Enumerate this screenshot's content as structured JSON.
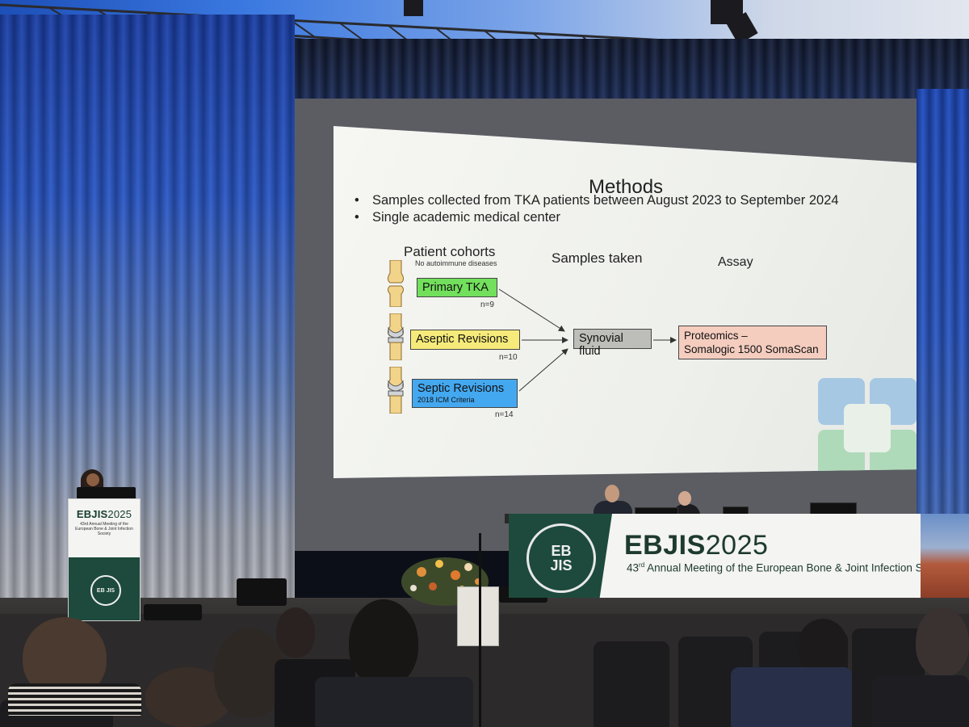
{
  "scene": {
    "description_label": "Conference presentation"
  },
  "slide": {
    "title": "Methods",
    "bullets": [
      "Samples collected from TKA patients between August 2023 to September 2024",
      "Single academic medical center"
    ],
    "headers": {
      "patient_cohorts": "Patient cohorts",
      "patient_cohorts_note": "No autoimmune diseases",
      "samples_taken": "Samples taken",
      "assay": "Assay"
    },
    "cohorts": [
      {
        "label": "Primary TKA",
        "note": "",
        "n": "n=9",
        "color": "#72e05c"
      },
      {
        "label": "Aseptic Revisions",
        "note": "",
        "n": "n=10",
        "color": "#f6eb7a"
      },
      {
        "label": "Septic Revisions",
        "note": "2018 ICM Criteria",
        "n": "n=14",
        "color": "#44a8f0"
      }
    ],
    "sample": {
      "label": "Synovial fluid",
      "color": "#bdbdb9"
    },
    "assay_box": {
      "line1": "Proteomics –",
      "line2": "Somalogic 1500 SomaScan",
      "color": "#f4cdbf"
    }
  },
  "podium": {
    "brand_main": "EBJIS",
    "brand_year": "2025",
    "tagline": "43rd Annual Meeting of the European Bone & Joint Infection Society",
    "seal": "EB JIS"
  },
  "banner": {
    "brand_main": "EBJIS",
    "brand_year": "2025",
    "sub_pre": "43",
    "sub_sup": "rd",
    "sub_post": " Annual Meeting of the European Bone & Joint Infection Society",
    "seal_line1": "EB",
    "seal_line2": "JIS",
    "colors": {
      "green": "#1d4a3c",
      "cream": "#f4f4f2"
    }
  }
}
